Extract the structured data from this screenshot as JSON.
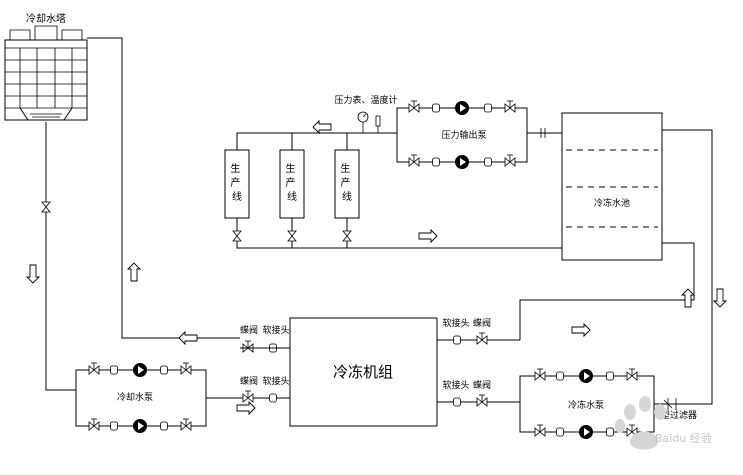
{
  "labels": {
    "cooling_tower": "冷却水塔",
    "pressure_temp_gauge": "压力表、温度计",
    "pressure_pump": "压力输出泵",
    "production_line": "生产线",
    "cold_water_pool": "冷冻水池",
    "chiller_unit": "冷冻机组",
    "soft_joint": "软接头",
    "butterfly_valve": "蝶阀",
    "cooling_pump": "冷却水泵",
    "chilled_pump": "冷冻水泵",
    "y_filter": "Y型过滤器",
    "watermark": "Baidu 经验"
  },
  "colors": {
    "line": "#000000",
    "background": "#ffffff",
    "watermark": "#c7c7c7"
  }
}
